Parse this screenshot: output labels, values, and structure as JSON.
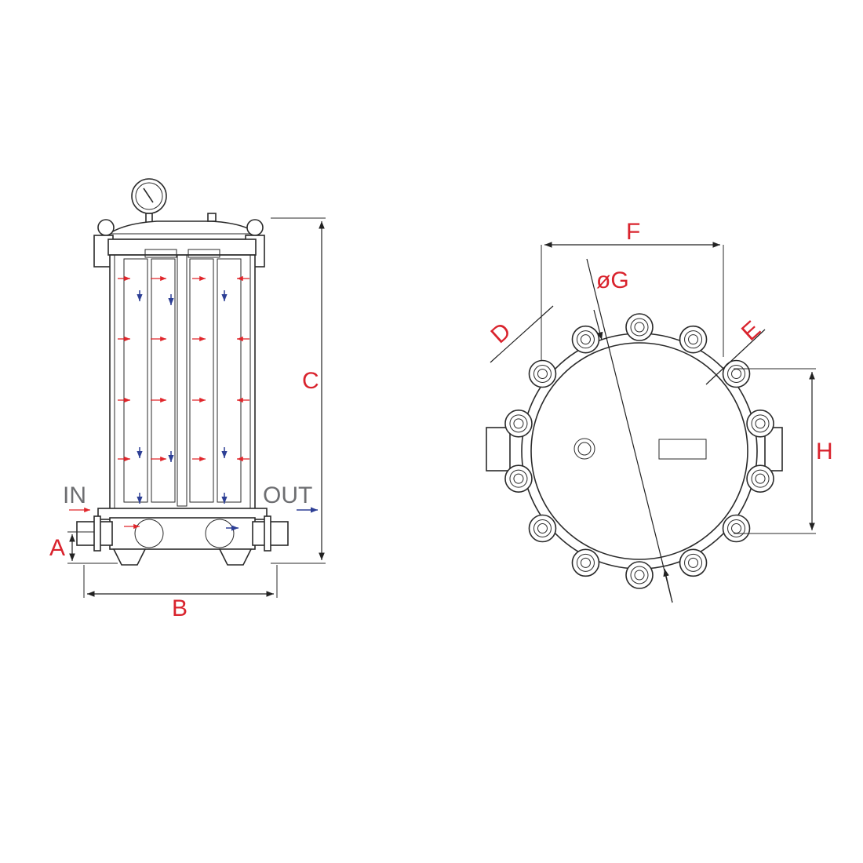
{
  "labels": {
    "in": "IN",
    "out": "OUT",
    "a": "A",
    "b": "B",
    "c": "C",
    "d": "D",
    "e": "E",
    "f": "F",
    "g": "øG",
    "h": "H"
  },
  "colors": {
    "dimension_label": "#d9232d",
    "flow_in": "#e0262b",
    "flow_out": "#2d3f95",
    "io_label": "#6d6e71",
    "line": "#2a2a2a"
  },
  "top_view": {
    "bolt_count": 14
  }
}
